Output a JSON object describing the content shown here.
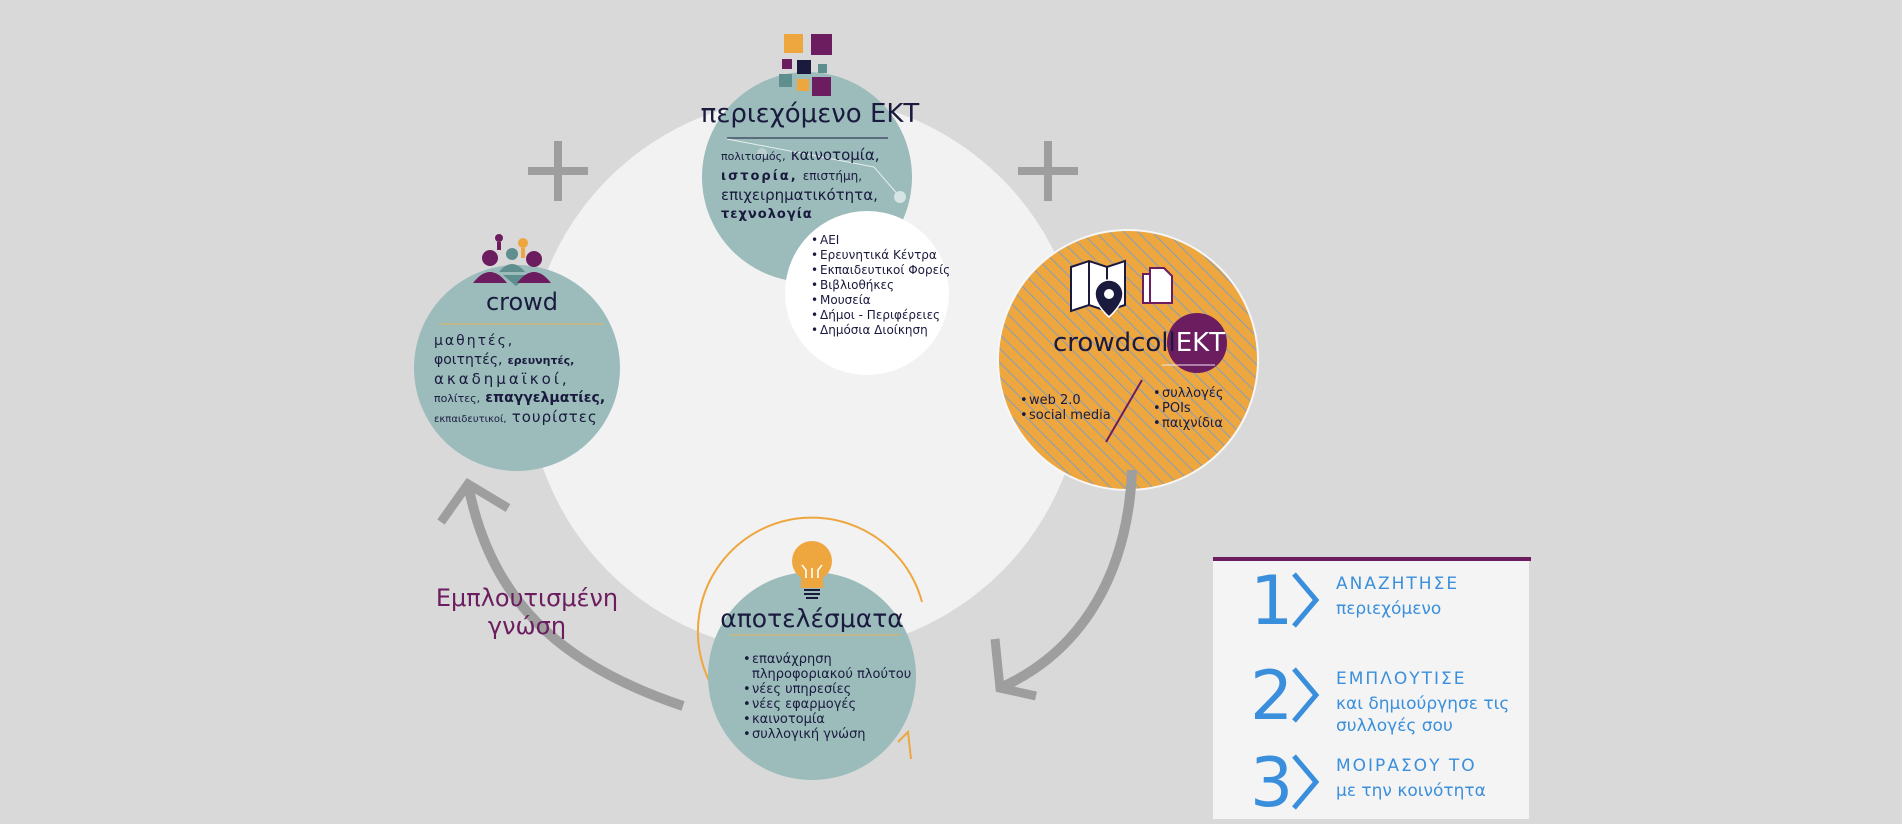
{
  "colors": {
    "background": "#d9d9d9",
    "teal": "#9bbcbb",
    "purple": "#6b1d5f",
    "orange": "#eea63e",
    "navy": "#1a1a3e",
    "arrow_gray": "#9e9e9e",
    "blue": "#3a8fdc"
  },
  "content": {
    "title": "περιεχόμενο ΕΚΤ",
    "topics": {
      "t1": "πολιτισμός,",
      "t2": "καινοτομία,",
      "t3": "ιστορία,",
      "t4": "επιστήμη,",
      "t5": "επιχειρηματικότητα,",
      "t6": "τεχνολογία"
    },
    "sources": [
      "ΑΕΙ",
      "Ερευνητικά Κέντρα",
      "Εκπαιδευτικοί Φορείς",
      "Βιβλιοθήκες",
      "Μουσεία",
      "Δήμοι - Περιφέρειες",
      "Δημόσια Διοίκηση"
    ]
  },
  "crowd": {
    "title": "crowd",
    "members": {
      "m1": "μαθητές,",
      "m2": "φοιτητές,",
      "m3": "ερευνητές,",
      "m4": "ακαδημαϊκοί,",
      "m5": "πολίτες,",
      "m6": "επαγγελματίες,",
      "m7": "εκπαιδευτικοί,",
      "m8": "τουρίστες"
    }
  },
  "crowdcoll": {
    "title_main": "crowdcoll",
    "title_badge": "ΕΚΤ",
    "left_items": [
      "web 2.0",
      "social media"
    ],
    "right_items": [
      "συλλογές",
      "POIs",
      "παιχνίδια"
    ]
  },
  "results": {
    "title": "αποτελέσματα",
    "items": [
      "επανάχρηση πληροφοριακού πλούτου",
      "νέες υπηρεσίες",
      "νέες εφαρμογές",
      "καινοτομία",
      "συλλογική γνώση"
    ]
  },
  "enriched_label": "Εμπλουτισμένη γνώση",
  "plus_sign": "+",
  "steps": [
    {
      "number": "1",
      "title": "ΑΝΑΖΗΤΗΣΕ",
      "subtitle": "περιεχόμενο"
    },
    {
      "number": "2",
      "title": "ΕΜΠΛΟΥΤΙΣΕ",
      "subtitle": "και δημιούργησε τις συλλογές σου"
    },
    {
      "number": "3",
      "title": "ΜΟΙΡΑΣΟΥ ΤΟ",
      "subtitle": "με την κοινότητα"
    }
  ],
  "icons": [
    "ekt-logo-icon",
    "people-icon",
    "map-pin-icon",
    "documents-icon",
    "lightbulb-icon",
    "cycle-arrow-icon"
  ]
}
